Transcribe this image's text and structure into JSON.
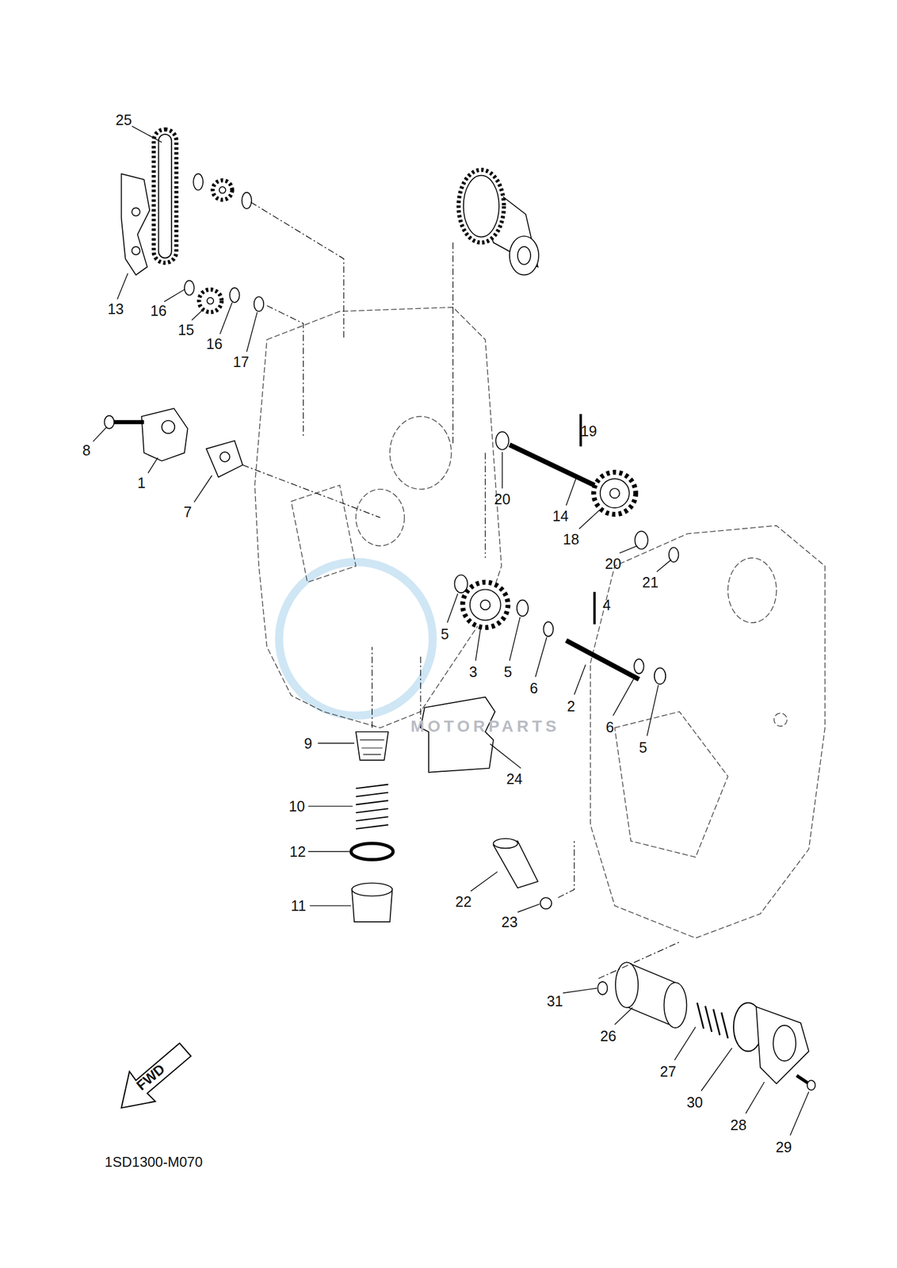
{
  "diagram": {
    "labels": [
      "25",
      "13",
      "16",
      "15",
      "16",
      "17",
      "8",
      "1",
      "7",
      "19",
      "20",
      "14",
      "18",
      "20",
      "21",
      "4",
      "5",
      "3",
      "5",
      "6",
      "2",
      "6",
      "5",
      "9",
      "24",
      "10",
      "12",
      "11",
      "22",
      "23",
      "31",
      "26",
      "27",
      "30",
      "28",
      "29",
      "FWD",
      "1SD1300-M070",
      "MOTORPARTS"
    ]
  }
}
